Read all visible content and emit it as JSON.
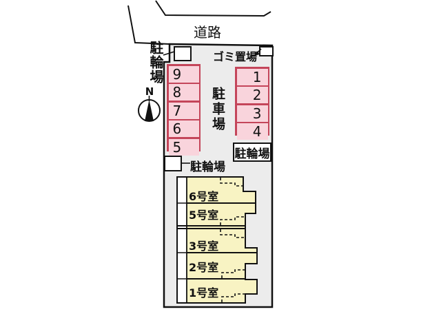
{
  "road": {
    "label": "道路"
  },
  "compass": {
    "label": "N"
  },
  "site": {
    "garbage_label": "ゴミ置場",
    "bicycle_top_label": "駐輪場",
    "bicycle_bottom_label": "駐輪場",
    "bicycle_right_label": "駐輪場",
    "parking_lot_label": "駐車場",
    "parking_left_spaces": [
      "9",
      "8",
      "7",
      "6",
      "5"
    ],
    "parking_right_spaces": [
      "1",
      "2",
      "3",
      "4"
    ],
    "building": {
      "rooms": [
        "6号室",
        "5号室",
        "3号室",
        "2号室",
        "1号室"
      ]
    }
  },
  "colors": {
    "site_fill": "#ececec",
    "parking_space_fill": "#f9d4dc",
    "parking_space_border": "#c4455a",
    "room_fill": "#f8f3c3",
    "line": "#111111"
  }
}
